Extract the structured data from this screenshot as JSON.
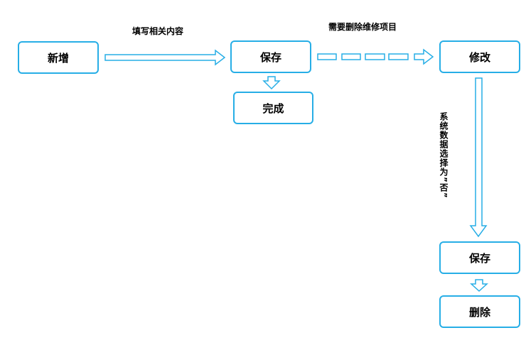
{
  "colors": {
    "stroke": "#27aee6",
    "text": "#000000"
  },
  "nodes": {
    "add": "新增",
    "save1": "保存",
    "done": "完成",
    "modify": "修改",
    "save2": "保存",
    "delete": "删除"
  },
  "edges": {
    "fill_content": "填写相关内容",
    "need_delete": "需要删除维修项目",
    "system_data_no": "系统数据选择为”否”"
  }
}
